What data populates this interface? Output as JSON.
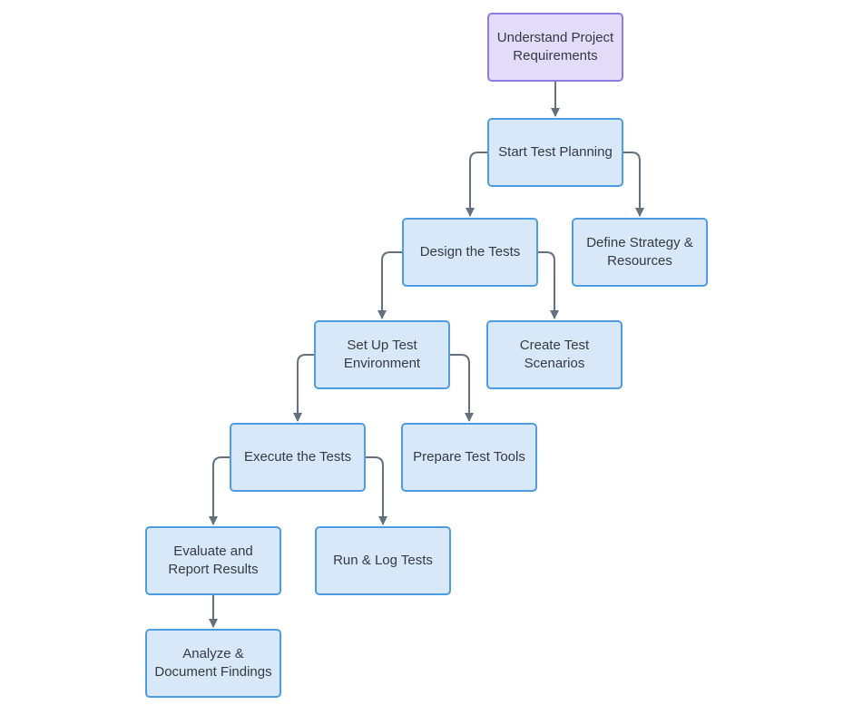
{
  "diagram": {
    "type": "flowchart",
    "direction": "top-down",
    "background_color": "#ffffff",
    "text_color": "#333a42",
    "edge_color": "#64707e",
    "node_styles": {
      "highlight": {
        "fill": "#e2dcf8",
        "stroke": "#8e7ce3"
      },
      "default": {
        "fill": "#d9e8f8",
        "stroke": "#4e9ce2"
      }
    },
    "nodes": [
      {
        "id": "understand",
        "label": "Understand Project Requirements",
        "style": "highlight"
      },
      {
        "id": "start",
        "label": "Start Test Planning",
        "style": "default"
      },
      {
        "id": "design",
        "label": "Design the Tests",
        "style": "default"
      },
      {
        "id": "define",
        "label": "Define Strategy & Resources",
        "style": "default"
      },
      {
        "id": "setup",
        "label": "Set Up Test Environment",
        "style": "default"
      },
      {
        "id": "create",
        "label": "Create Test Scenarios",
        "style": "default"
      },
      {
        "id": "execute",
        "label": "Execute the Tests",
        "style": "default"
      },
      {
        "id": "prepare",
        "label": "Prepare Test Tools",
        "style": "default"
      },
      {
        "id": "evaluate",
        "label": "Evaluate and Report Results",
        "style": "default"
      },
      {
        "id": "run",
        "label": "Run & Log Tests",
        "style": "default"
      },
      {
        "id": "analyze",
        "label": "Analyze & Document Findings",
        "style": "default"
      }
    ],
    "edges": [
      {
        "from": "understand",
        "to": "start"
      },
      {
        "from": "start",
        "to": "design"
      },
      {
        "from": "start",
        "to": "define"
      },
      {
        "from": "design",
        "to": "setup"
      },
      {
        "from": "design",
        "to": "create"
      },
      {
        "from": "setup",
        "to": "execute"
      },
      {
        "from": "setup",
        "to": "prepare"
      },
      {
        "from": "execute",
        "to": "evaluate"
      },
      {
        "from": "execute",
        "to": "run"
      },
      {
        "from": "evaluate",
        "to": "analyze"
      }
    ]
  }
}
